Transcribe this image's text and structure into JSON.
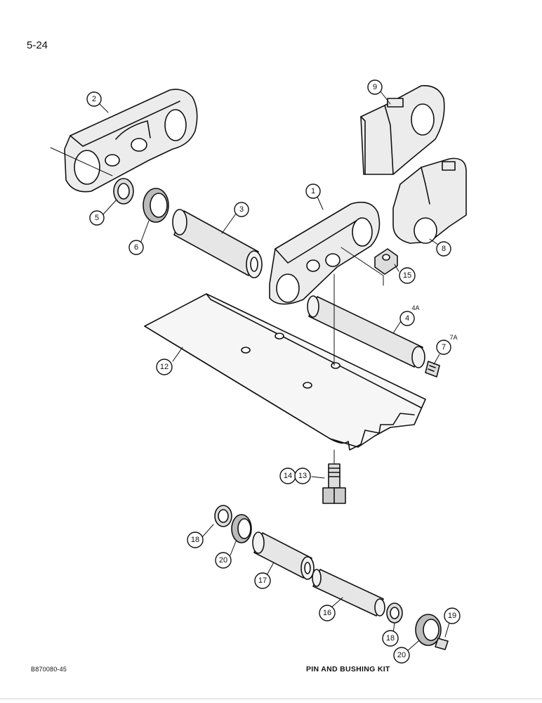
{
  "page": {
    "number": "5-24"
  },
  "figure": {
    "caption": "PIN AND BUSHING KIT",
    "code": "B870080-45"
  },
  "callouts": [
    {
      "id": "2",
      "label": "2"
    },
    {
      "id": "9",
      "label": "9"
    },
    {
      "id": "5",
      "label": "5"
    },
    {
      "id": "6",
      "label": "6"
    },
    {
      "id": "3",
      "label": "3"
    },
    {
      "id": "1",
      "label": "1"
    },
    {
      "id": "8",
      "label": "8"
    },
    {
      "id": "15",
      "label": "15"
    },
    {
      "id": "4",
      "label": "4",
      "sup": "4A"
    },
    {
      "id": "7",
      "label": "7",
      "sup": "7A"
    },
    {
      "id": "12",
      "label": "12"
    },
    {
      "id": "14",
      "label": "14"
    },
    {
      "id": "13",
      "label": "13"
    },
    {
      "id": "18a",
      "label": "18"
    },
    {
      "id": "20a",
      "label": "20"
    },
    {
      "id": "17",
      "label": "17"
    },
    {
      "id": "16",
      "label": "16"
    },
    {
      "id": "18b",
      "label": "18"
    },
    {
      "id": "20b",
      "label": "20"
    },
    {
      "id": "19",
      "label": "19"
    }
  ],
  "colors": {
    "ink": "#111111",
    "paper": "#ffffff",
    "shade": "#cfcfcf"
  }
}
